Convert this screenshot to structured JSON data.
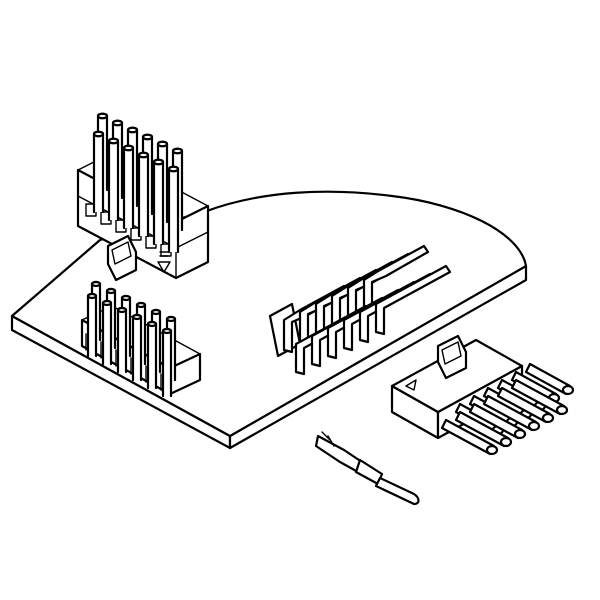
{
  "colors": {
    "line": "#000000",
    "fill": "#ffffff",
    "background": "#ffffff"
  },
  "parts": {
    "vertical_header_pins": 6,
    "pcb_header_pins": 6,
    "right_angle_header_pins": 6,
    "side_connector_pins": 6
  }
}
